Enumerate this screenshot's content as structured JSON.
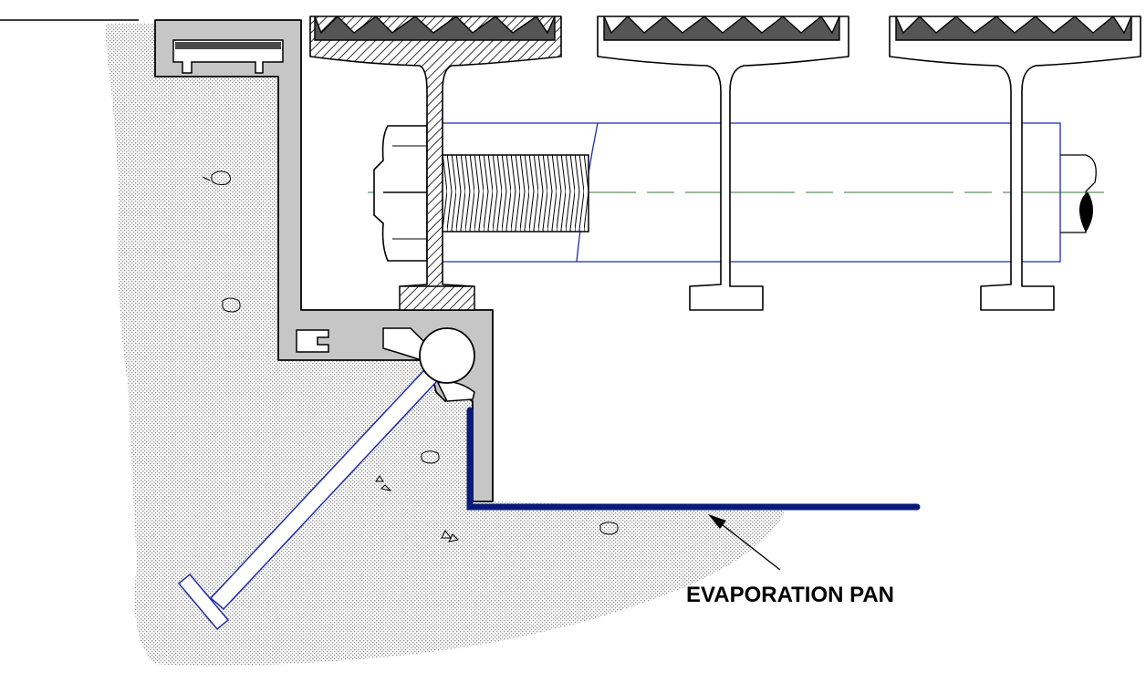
{
  "labels": {
    "evaporation_pan": "EVAPORATION PAN"
  },
  "colors": {
    "line": "#000000",
    "concrete_fill": "#d9d9d9",
    "extrusion_fill": "#c4c4c4",
    "tread_fill": "#555555",
    "bar_outline": "#1f2aa8",
    "pan": "#0a1a7a",
    "center_line": "#2e7d32"
  },
  "parts": {
    "concrete": "concrete-mass",
    "edge_extrusion": "edge-angle-extrusion",
    "treads": [
      "tread-1",
      "tread-2",
      "tread-3"
    ],
    "bolt": "threaded-bolt",
    "rod": "anchor-rod",
    "pan": "evaporation-pan"
  }
}
